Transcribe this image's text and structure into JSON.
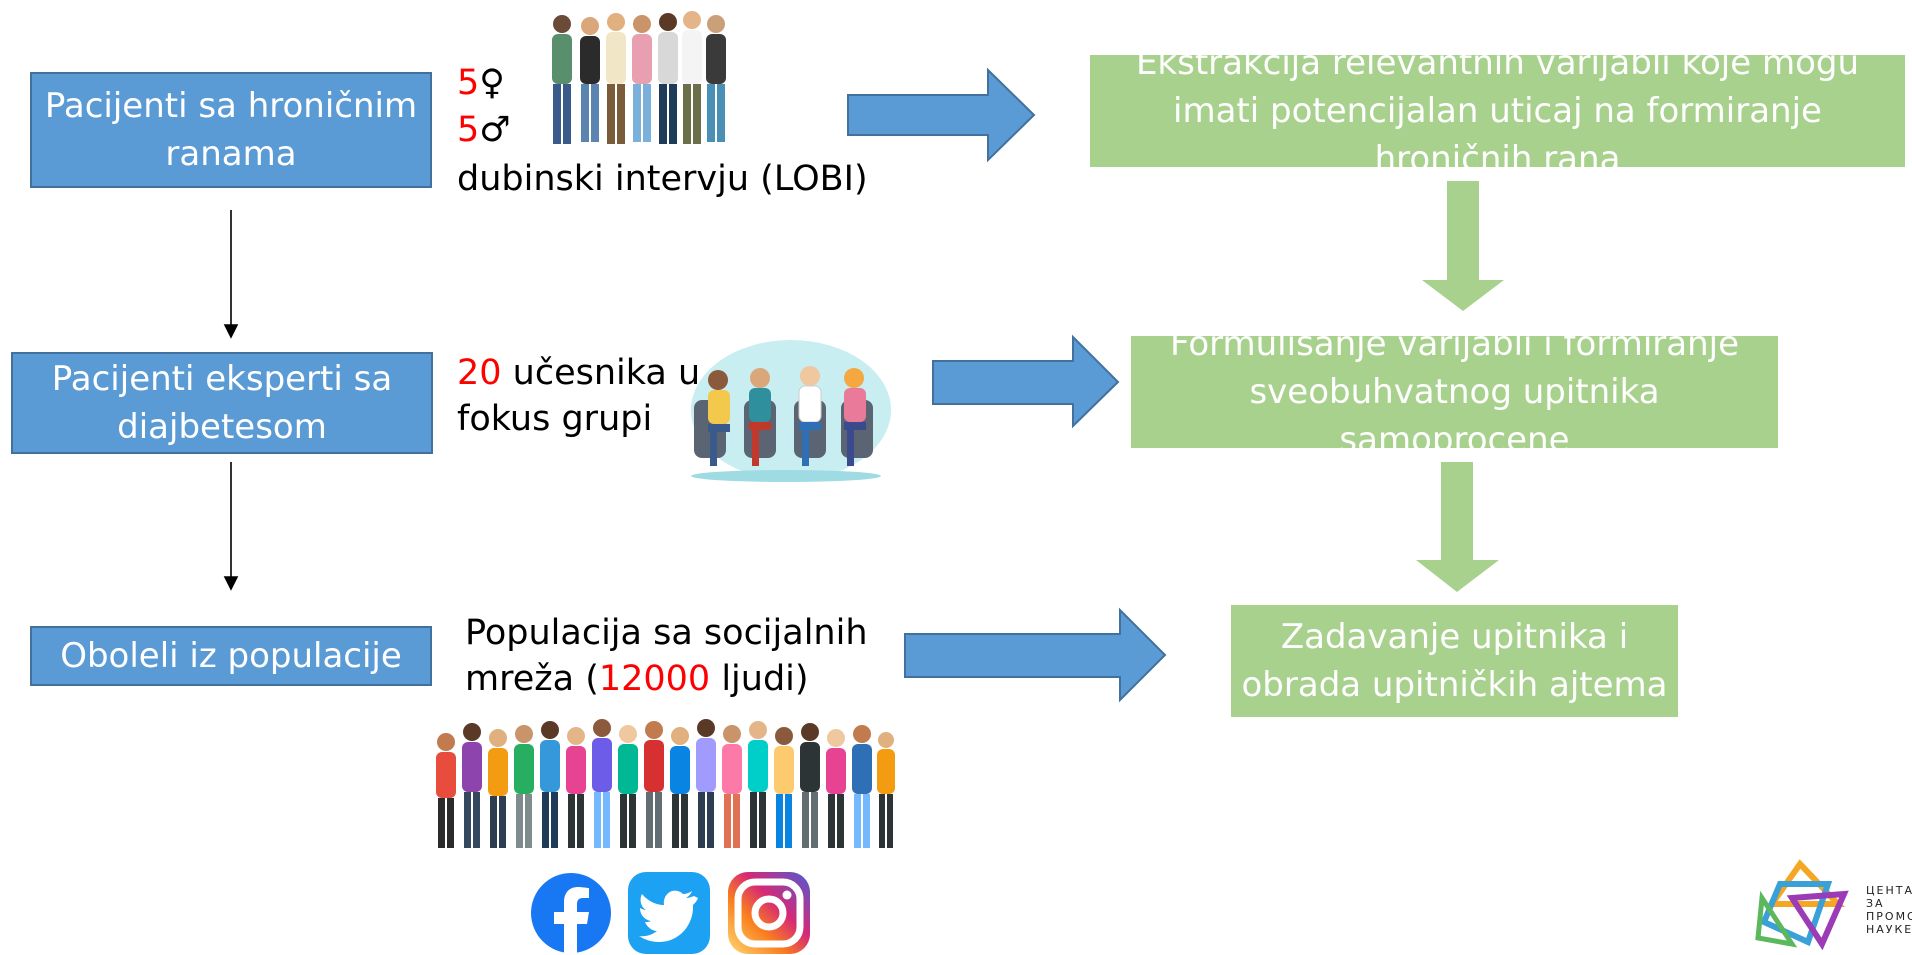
{
  "colors": {
    "blue_box": "#5b9bd5",
    "green_box": "#a9d18e",
    "arrow": "#5b9bd5",
    "green_arrow": "#a9d18e",
    "highlight": "#ff0000"
  },
  "left_boxes": [
    {
      "label": "Pacijenti sa hroničnim ranama"
    },
    {
      "label": "Pacijenti eksperti sa diajbetesom"
    },
    {
      "label": "Oboleli iz populacije"
    }
  ],
  "descriptions": {
    "row1": {
      "female_count": "5",
      "female_symbol": "♀",
      "male_count": "5",
      "male_symbol": "♂",
      "method": "dubinski intervju (LOBI)"
    },
    "row2": {
      "count": "20",
      "text_after": " učesnika u",
      "line2": "fokus grupi"
    },
    "row3": {
      "line1": "Populacija sa socijalnih",
      "line2_before": "mreža (",
      "count": "12000",
      "line2_after": " ljudi)"
    }
  },
  "right_boxes": [
    {
      "label": "Ekstrakcija relevantnih varijabli koje mogu imati potencijalan uticaj na formiranje hroničnih rana"
    },
    {
      "label": "Formulisanje varijabli i formiranje sveobuhvatnog upitnika samoprocene"
    },
    {
      "label": "Zadavanje upitnika i obrada upitničkih ajtema"
    }
  ],
  "icons": [
    "group-people-icon",
    "focus-group-icon",
    "crowd-icon",
    "facebook-icon",
    "twitter-icon",
    "instagram-icon",
    "center-logo-icon"
  ],
  "logo": {
    "lines": [
      "ЦЕНТА",
      "ЗА",
      "ПРОМО",
      "НАУКЕ"
    ]
  }
}
